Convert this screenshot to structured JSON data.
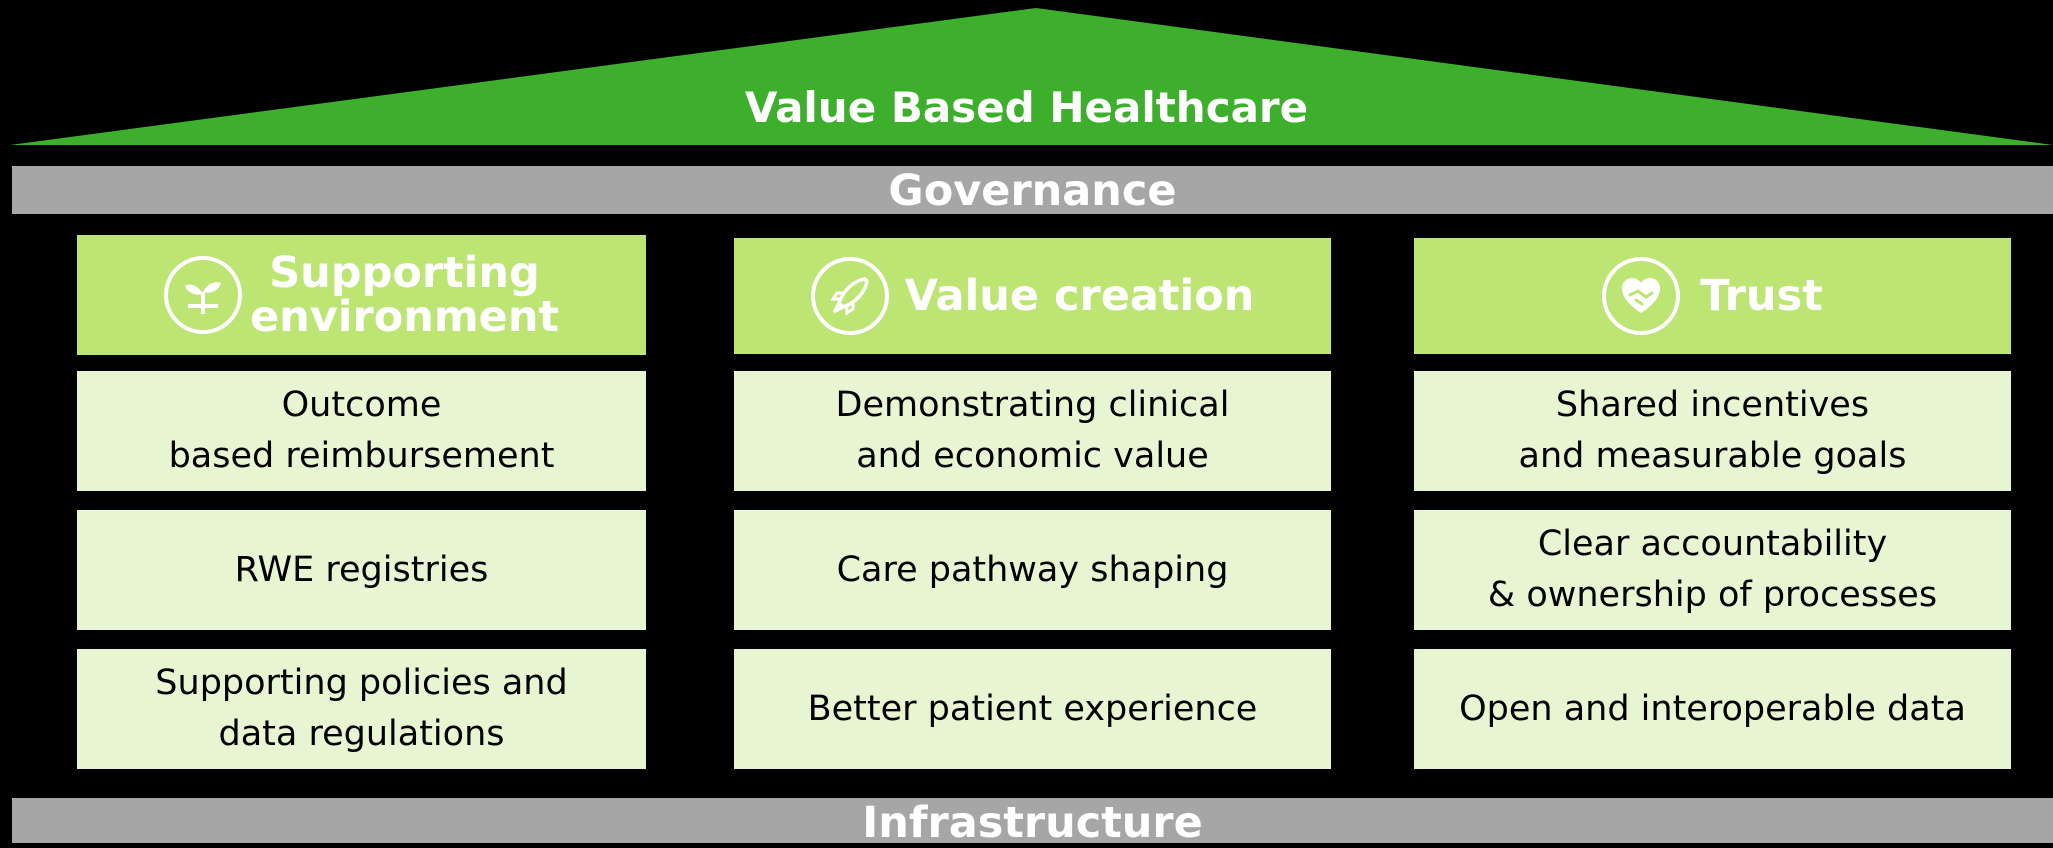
{
  "roof": {
    "title": "Value Based Healthcare",
    "color": "#3daf2c"
  },
  "governance": {
    "label": "Governance"
  },
  "infrastructure": {
    "label": "Infrastructure"
  },
  "colors": {
    "band": "#a6a6a6",
    "pillar_header": "#bde574",
    "cell": "#e8f5d3",
    "background": "#000000"
  },
  "pillars": [
    {
      "title": "Supporting\nenvironment",
      "icon": "seedling-icon",
      "items": [
        "Outcome\nbased reimbursement",
        "RWE registries",
        "Supporting policies and\ndata regulations"
      ]
    },
    {
      "title": "Value creation",
      "icon": "rocket-icon",
      "items": [
        "Demonstrating clinical\nand economic value",
        "Care pathway shaping",
        "Better patient experience"
      ]
    },
    {
      "title": "Trust",
      "icon": "handshake-heart-icon",
      "items": [
        "Shared incentives\nand measurable goals",
        "Clear accountability\n& ownership of processes",
        "Open and interoperable data"
      ]
    }
  ]
}
